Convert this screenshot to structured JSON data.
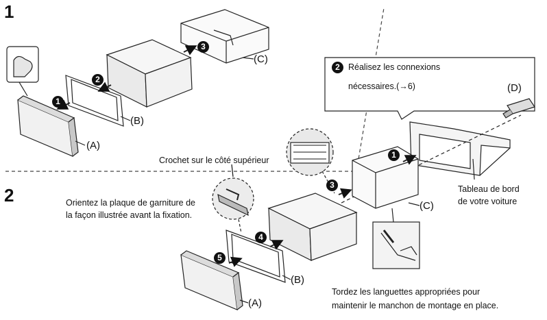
{
  "steps": {
    "one": "1",
    "two": "2"
  },
  "parts": {
    "a": "(A)",
    "b": "(B)",
    "c": "(C)",
    "d": "(D)"
  },
  "sequence": {
    "n1": "1",
    "n2": "2",
    "n3": "3",
    "n4": "4",
    "n5": "5"
  },
  "notes": {
    "connections_line1": "Réalisez les connexions",
    "connections_line2": "nécessaires.(→6)",
    "hook": "Crochet sur le côté supérieur",
    "orient_line1": "Orientez la plaque de garniture de",
    "orient_line2": "la façon illustrée avant la fixation.",
    "dashboard_line1": "Tableau de bord",
    "dashboard_line2": "de votre voiture",
    "tabs_line1": "Tordez les languettes appropriées pour",
    "tabs_line2": "maintenir le manchon de montage en place."
  }
}
